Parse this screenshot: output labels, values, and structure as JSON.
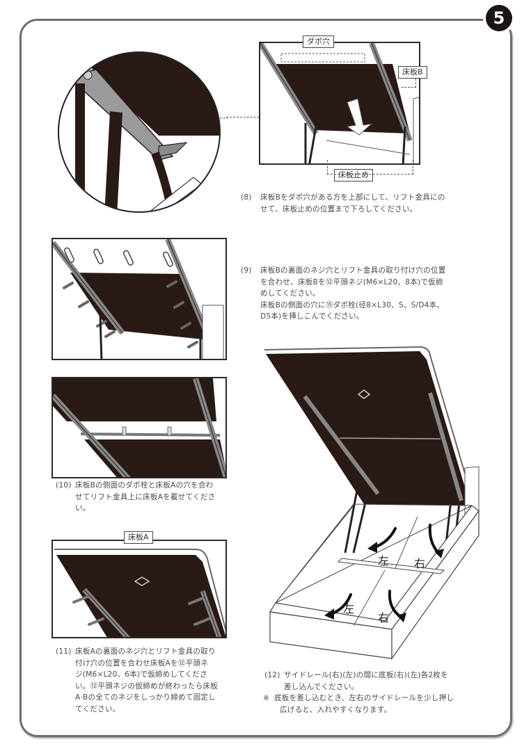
{
  "page": {
    "number": "5",
    "board_color": "#2a1a16",
    "frame_color": "#6e6e6e"
  },
  "figures": {
    "step8": {
      "labels": {
        "dowel_hole": "ダボ穴",
        "board_b": "床板B",
        "board_stopper": "床板止め"
      }
    },
    "step11": {
      "labels": {
        "board_a": "床板A"
      }
    },
    "step12": {
      "labels": {
        "left_1": "左",
        "right_1": "右",
        "left_2": "左",
        "right_2": "右"
      }
    }
  },
  "steps": [
    {
      "id": "8",
      "number": "(8)",
      "lines": [
        "床板Bをダボ穴がある方を上部にして、リフト金具にの",
        "せて、床板止めの位置まで下ろしてください。"
      ]
    },
    {
      "id": "9",
      "number": "(9)",
      "lines": [
        "床板Bの裏面のネジ穴とリフト金具の取り付け穴の位置",
        "を合わせ、床板Bを⑫平頭ネジ(M6×L20、8本)で仮締",
        "めしてください。",
        "床板Bの側面の穴に⑮ダボ栓(径8×L30、S、S/D4本、",
        "D5本)を挿しこんでください。"
      ]
    },
    {
      "id": "10",
      "number": "(10)",
      "lines": [
        "床板Bの側面のダボ栓と床板Aの穴を合わ",
        "せてリフト金具上に床板Aを載せてくださ",
        "い。"
      ]
    },
    {
      "id": "11",
      "number": "(11)",
      "lines": [
        "床板Aの裏面のネジ穴とリフト金具の取り",
        "付け穴の位置を合わせ床板Aを⑫平頭ネ",
        "ジ(M6×L20、6本)で仮締めしてくださ",
        "い。⑫平頭ネジの仮締めが終わったら床板",
        "A·Bの全てのネジをしっかり締めて固定し",
        "てください。"
      ]
    },
    {
      "id": "12",
      "number": "(12)",
      "lines": [
        "サイドレール(右)(左)の間に底板(右)(左)各2枚を",
        "差し込んでください。"
      ],
      "note_mark": "※",
      "note_lines": [
        "底板を差し込むとき、左右のサイドレールを少し押し",
        "広げると、入れやすくなります。"
      ]
    }
  ]
}
